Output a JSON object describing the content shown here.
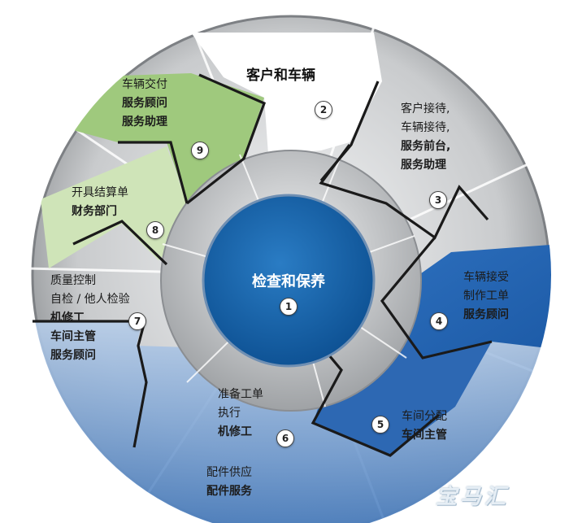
{
  "diagram": {
    "center": {
      "title": "检查和保养",
      "number": "1"
    },
    "steps": [
      {
        "id": "step-2",
        "number": "2",
        "lines": [
          {
            "text": "客户和车辆",
            "bold": true
          }
        ]
      },
      {
        "id": "step-3",
        "number": "3",
        "lines": [
          {
            "text": "客户接待,",
            "bold": false
          },
          {
            "text": "车辆接待,",
            "bold": false
          },
          {
            "text": "服务前台,",
            "bold": true
          },
          {
            "text": "服务助理",
            "bold": true
          }
        ]
      },
      {
        "id": "step-4",
        "number": "4",
        "lines": [
          {
            "text": "车辆接受",
            "bold": false
          },
          {
            "text": "制作工单",
            "bold": false
          },
          {
            "text": "服务顾问",
            "bold": true
          }
        ]
      },
      {
        "id": "step-5",
        "number": "5",
        "lines": [
          {
            "text": "车间分配",
            "bold": false
          },
          {
            "text": "车间主管",
            "bold": true
          }
        ]
      },
      {
        "id": "step-6",
        "number": "6",
        "lines": [
          {
            "text": "准备工单",
            "bold": false
          },
          {
            "text": "执行",
            "bold": false
          },
          {
            "text": "机修工",
            "bold": true
          }
        ]
      },
      {
        "id": "step-parts",
        "number": "",
        "lines": [
          {
            "text": "配件供应",
            "bold": false
          },
          {
            "text": "配件服务",
            "bold": true
          }
        ]
      },
      {
        "id": "step-7",
        "number": "7",
        "lines": [
          {
            "text": "质量控制",
            "bold": false
          },
          {
            "text": "自检 / 他人检验",
            "bold": false
          },
          {
            "text": "机修工",
            "bold": true
          },
          {
            "text": "车间主管",
            "bold": true
          },
          {
            "text": "服务顾问",
            "bold": true
          }
        ]
      },
      {
        "id": "step-8",
        "number": "8",
        "lines": [
          {
            "text": "开具结算单",
            "bold": false
          },
          {
            "text": "财务部门",
            "bold": true
          }
        ]
      },
      {
        "id": "step-9",
        "number": "9",
        "lines": [
          {
            "text": "车辆交付",
            "bold": false
          },
          {
            "text": "服务顾问",
            "bold": true
          },
          {
            "text": "服务助理",
            "bold": true
          }
        ]
      }
    ]
  },
  "watermark": {
    "text": "宝马汇"
  },
  "colors": {
    "center_blue": "#1262aa",
    "blue_region": "#3f74b9",
    "light_blue_region": "#9db9dc",
    "green_region": "#9fc97d",
    "light_green_region": "#d3e7bd",
    "grey_region": "#c6c8ca",
    "outline": "#1a1a1a"
  }
}
